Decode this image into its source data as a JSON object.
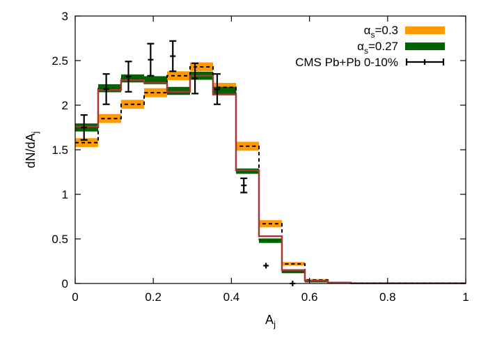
{
  "chart_data": {
    "type": "line",
    "xlabel": "A",
    "xlabel_sub": "j",
    "ylabel": "dN/dA",
    "ylabel_sub": "j",
    "xlim": [
      0,
      1
    ],
    "ylim": [
      0,
      3
    ],
    "xticks": [
      0,
      0.2,
      0.4,
      0.6,
      0.8,
      1
    ],
    "xtick_labels": [
      "0",
      "0.2",
      "0.4",
      "0.6",
      "0.8",
      "1"
    ],
    "yticks": [
      0,
      0.5,
      1,
      1.5,
      2,
      2.5,
      3
    ],
    "ytick_labels": [
      "0",
      "0.5",
      "1",
      "1.5",
      "2",
      "2.5",
      "3"
    ],
    "grid": false,
    "legend_position": "top-right",
    "bin_edges": [
      0,
      0.0588,
      0.1176,
      0.1765,
      0.2353,
      0.2941,
      0.3529,
      0.4118,
      0.4706,
      0.5294,
      0.5882,
      0.6471,
      0.7059,
      1.0
    ],
    "series": [
      {
        "name": "0.3",
        "legend_prefix": "α",
        "legend_sub": "s",
        "legend_suffix": "=0.3",
        "style": "band",
        "color": "#ff9a00",
        "central": [
          1.58,
          1.85,
          2.01,
          2.14,
          2.33,
          2.43,
          2.2,
          1.54,
          0.67,
          0.22,
          0.04,
          0.01,
          0.005
        ],
        "half_width": [
          0.05,
          0.05,
          0.05,
          0.05,
          0.05,
          0.05,
          0.05,
          0.05,
          0.04,
          0.02,
          0.01,
          0.005,
          0.003
        ]
      },
      {
        "name": "0.27",
        "legend_prefix": "α",
        "legend_sub": "s",
        "legend_suffix": "=0.27",
        "style": "band",
        "color": "#006400",
        "central": [
          1.75,
          2.19,
          2.3,
          2.28,
          2.16,
          2.33,
          2.16,
          1.26,
          0.48,
          0.13,
          0.02,
          0.005,
          0.002
        ],
        "half_width": [
          0.045,
          0.045,
          0.045,
          0.045,
          0.045,
          0.045,
          0.045,
          0.03,
          0.025,
          0.015,
          0.008,
          0.004,
          0.002
        ]
      },
      {
        "name": "CMS Pb+Pb 0-10%",
        "style": "errorbar",
        "color": "#000000",
        "x": [
          0.0227,
          0.0795,
          0.1364,
          0.1932,
          0.25,
          0.3068,
          0.3636,
          0.4318,
          0.4886,
          0.5568
        ],
        "y": [
          1.75,
          2.18,
          2.32,
          2.51,
          2.55,
          2.3,
          2.18,
          1.1,
          0.2,
          0.0
        ],
        "err": [
          0.14,
          0.17,
          0.17,
          0.18,
          0.17,
          0.17,
          0.17,
          0.08,
          0.0,
          0.0
        ]
      }
    ],
    "solid_curve": {
      "color": "#a03a38",
      "values": [
        1.76,
        2.17,
        2.28,
        2.25,
        2.15,
        2.33,
        2.12,
        1.27,
        0.53,
        0.15,
        0.03,
        0.01,
        0.003
      ]
    }
  }
}
